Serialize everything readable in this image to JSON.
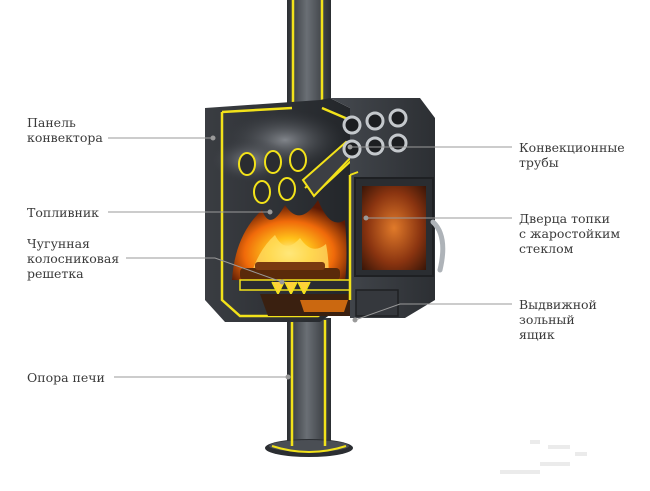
{
  "labels": {
    "converter_panel": "Панель\nконвектора",
    "firebox": "Топливник",
    "grate": "Чугунная\nколосниковая\nрешетка",
    "stove_support": "Опора печи",
    "convection_pipes": "Конвекционные\nтрубы",
    "firebox_door": "Дверца топки\nс жаростойким\nстеклом",
    "ash_drawer": "Выдвижной\nзольный\nящик"
  },
  "colors": {
    "steel_dark": "#2f3236",
    "steel_mid": "#4a4e54",
    "steel_light": "#6d7278",
    "cutaway_outline": "#f2e21a",
    "fire": "#f07a10",
    "glow": "#ffd23a",
    "leader_line": "#9a9a9a"
  }
}
